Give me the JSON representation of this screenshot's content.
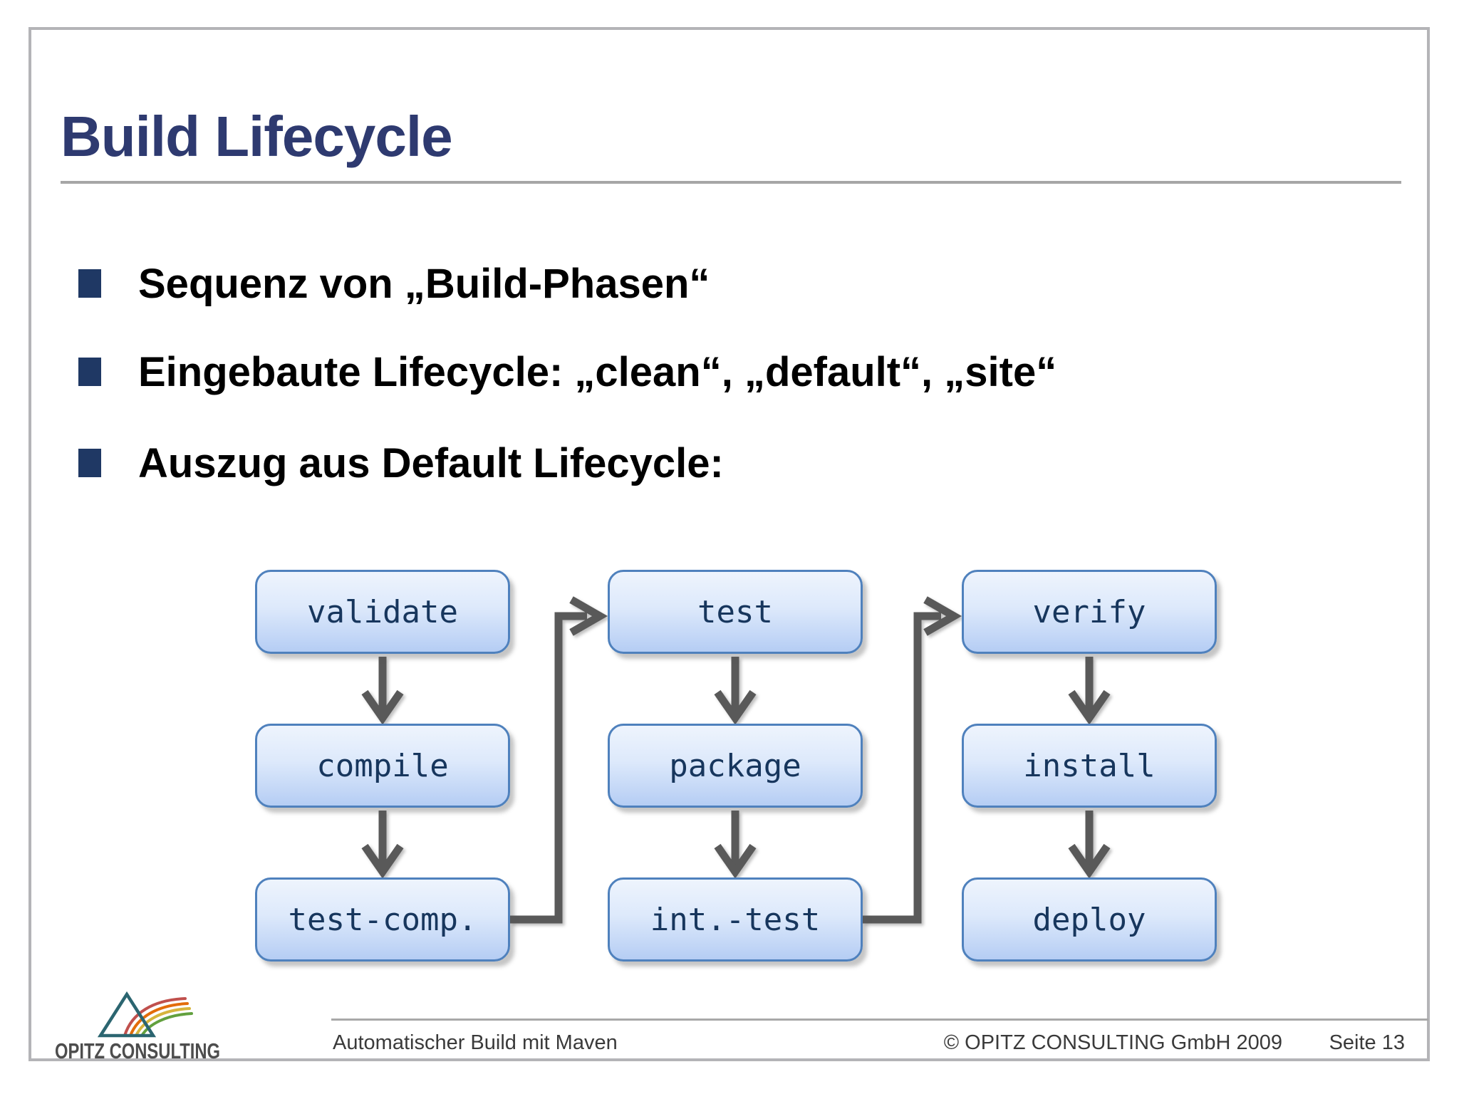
{
  "slide": {
    "title": "Build Lifecycle",
    "bullets": [
      "Sequenz von „Build-Phasen“",
      "Eingebaute Lifecycle: „clean“, „default“, „site“",
      "Auszug aus Default Lifecycle:"
    ],
    "diagram": {
      "type": "flowchart",
      "columns": [
        [
          "validate",
          "compile",
          "test-comp."
        ],
        [
          "test",
          "package",
          "int.-test"
        ],
        [
          "verify",
          "install",
          "deploy"
        ]
      ],
      "flow_order": [
        "validate",
        "compile",
        "test-comp.",
        "test",
        "package",
        "int.-test",
        "verify",
        "install",
        "deploy"
      ]
    },
    "footer": {
      "left": "Automatischer Build mit Maven",
      "copyright": "© OPITZ CONSULTING GmbH 2009",
      "page": "Seite 13"
    },
    "logo_text": "OPITZ CONSULTING",
    "colors": {
      "title": "#2e3a70",
      "bullet_square": "#1f3864",
      "box_border": "#4f81bd",
      "box_fill_top": "#eef4fd",
      "box_fill_bottom": "#b5cdf4",
      "box_text": "#17365d",
      "arrow": "#595959",
      "rule_gray": "#a6a6a6",
      "footer_text": "#3a3a3a"
    }
  }
}
